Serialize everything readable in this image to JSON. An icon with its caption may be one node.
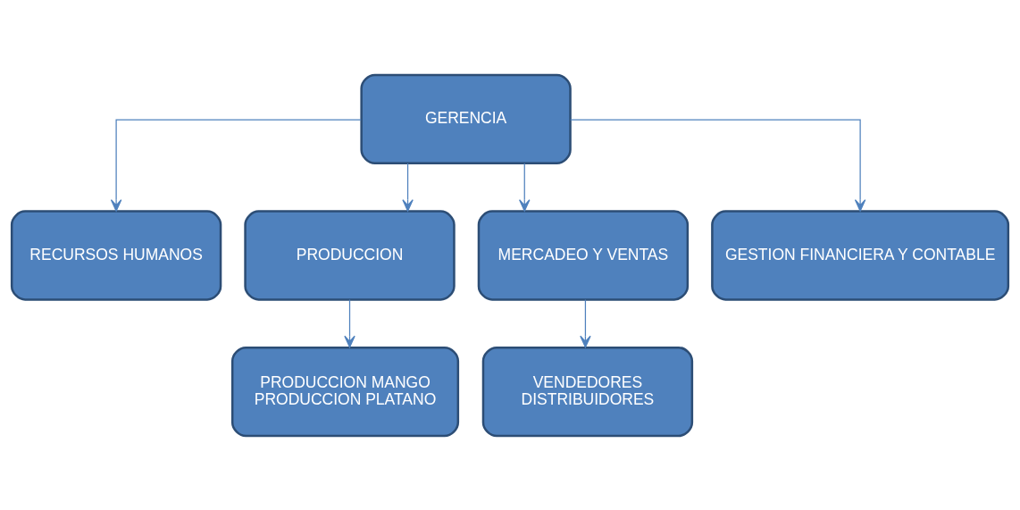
{
  "diagram": {
    "nodes": [
      {
        "text": [
          "GERENCIA"
        ]
      },
      {
        "text": [
          "RECURSOS HUMANOS"
        ]
      },
      {
        "text": [
          "PRODUCCION"
        ]
      },
      {
        "text": [
          "MERCADEO Y VENTAS"
        ]
      },
      {
        "text": [
          "GESTION FINANCIERA Y CONTABLE"
        ]
      },
      {
        "text": [
          "PRODUCCION MANGO",
          "PRODUCCION PLATANO"
        ]
      },
      {
        "text": [
          "VENDEDORES",
          "DISTRIBUIDORES"
        ]
      }
    ],
    "edges": [
      {
        "from": 0,
        "to": 1,
        "arrow": "to"
      },
      {
        "from": 0,
        "to": 2,
        "arrow": "to"
      },
      {
        "from": 0,
        "to": 3,
        "arrow": "to"
      },
      {
        "from": 0,
        "to": 4,
        "arrow": "to"
      },
      {
        "from": 2,
        "to": 5,
        "arrow": "to"
      },
      {
        "from": 3,
        "to": 6,
        "arrow": "to"
      }
    ]
  }
}
